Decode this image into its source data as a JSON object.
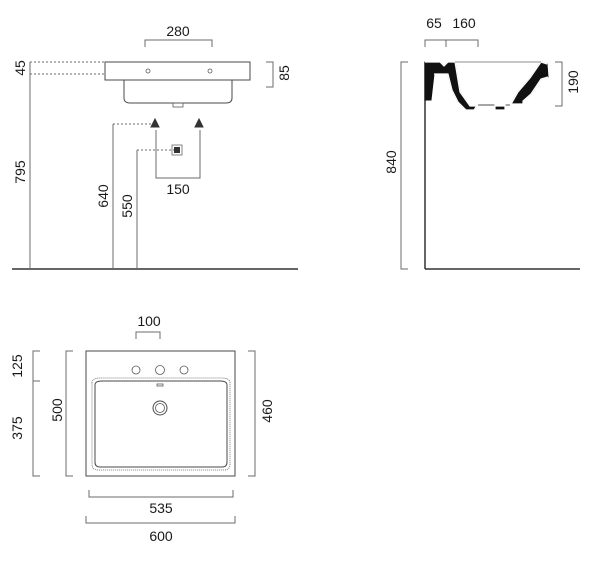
{
  "front_view": {
    "dim_width_top": "280",
    "dim_left_top": "45",
    "dim_right_top": "85",
    "dim_total_height": "795",
    "dim_height_inlet": "640",
    "dim_height_waste": "550",
    "dim_inlet_spacing": "150"
  },
  "side_view": {
    "dim_offset": "65",
    "dim_depth_part": "160",
    "dim_bowl_height": "190",
    "dim_rim_height": "840"
  },
  "top_view": {
    "dim_tap_spacing": "100",
    "dim_back_band": "125",
    "dim_front_band": "375",
    "dim_left_total": "500",
    "dim_right_total": "460",
    "dim_inner_width": "535",
    "dim_overall_width": "600"
  }
}
